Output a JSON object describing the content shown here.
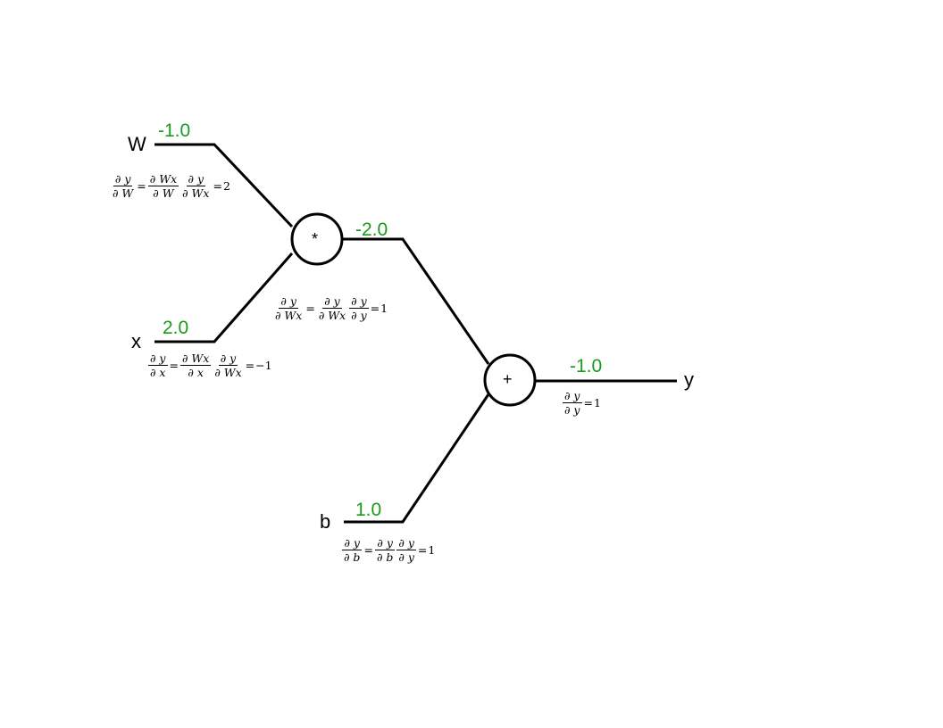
{
  "nodes": {
    "multiply": {
      "symbol": "*"
    },
    "add": {
      "symbol": "+"
    }
  },
  "variables": {
    "W": {
      "name": "W",
      "value": "-1.0"
    },
    "x": {
      "name": "x",
      "value": "2.0"
    },
    "Wx": {
      "value": "-2.0"
    },
    "b": {
      "name": "b",
      "value": "1.0"
    },
    "y": {
      "name": "y",
      "value": "-1.0"
    }
  },
  "equations": {
    "dW": {
      "lhs": {
        "num": "∂ y",
        "den": "∂ W"
      },
      "t1": {
        "num": "∂ Wx",
        "den": "∂ W"
      },
      "t2": {
        "num": "∂ y",
        "den": "∂ Wx"
      },
      "eq1": "=",
      "eq2": "=",
      "rhs": "2"
    },
    "dx": {
      "lhs": {
        "num": "∂ y",
        "den": "∂ x"
      },
      "t1": {
        "num": "∂ Wx",
        "den": "∂ x"
      },
      "t2": {
        "num": "∂ y",
        "den": "∂ Wx"
      },
      "eq1": "=",
      "eq2": "=",
      "rhs": "−1"
    },
    "dWx": {
      "lhs": {
        "num": "∂ y",
        "den": "∂ Wx"
      },
      "t1": {
        "num": "∂ y",
        "den": "∂ Wx"
      },
      "t2": {
        "num": "∂ y",
        "den": "∂ y"
      },
      "eq1": "=",
      "eq2": "=",
      "rhs": "1"
    },
    "db": {
      "lhs": {
        "num": "∂ y",
        "den": "∂ b"
      },
      "t1": {
        "num": "∂ y",
        "den": "∂ b"
      },
      "t2": {
        "num": "∂ y",
        "den": "∂ y"
      },
      "eq1": "=",
      "eq2": "=",
      "rhs": "1"
    },
    "dy": {
      "lhs": {
        "num": "∂ y",
        "den": "∂ y"
      },
      "eq1": "=",
      "rhs": "1"
    }
  },
  "colors": {
    "value_green": "#1a9a1a",
    "line_black": "#000000"
  }
}
